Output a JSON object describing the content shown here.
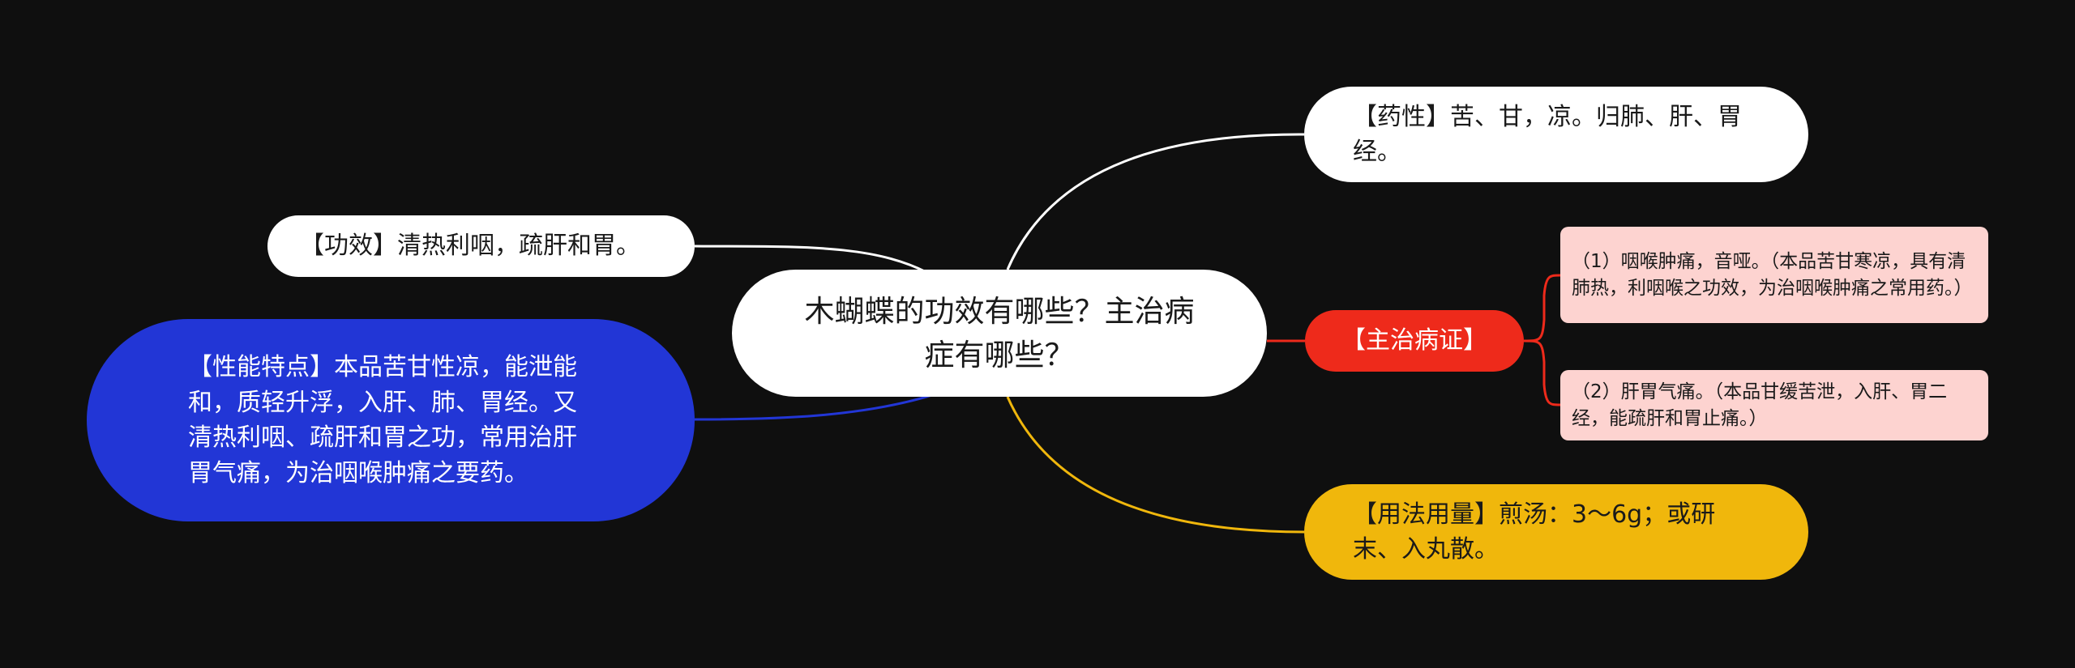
{
  "center": {
    "title": "木蝴蝶的功效有哪些？主治病症有哪些？"
  },
  "branches": {
    "yaoxing": {
      "text": "【药性】苦、甘，凉。归肺、肝、胃经。",
      "color": "#ffffff"
    },
    "gongxiao": {
      "text": "【功效】清热利咽，疏肝和胃。",
      "color": "#ffffff"
    },
    "xingneng": {
      "text": "【性能特点】本品苦甘性凉，能泄能和，质轻升浮，入肝、肺、胃经。又清热利咽、疏肝和胃之功，常用治肝胃气痛，为治咽喉肿痛之要药。",
      "color": "#2236d6"
    },
    "zhuzhi": {
      "text": "【主治病证】",
      "color": "#ee2a1b",
      "children": [
        {
          "text": "（1）咽喉肿痛，音哑。（本品苦甘寒凉，具有清肺热，利咽喉之功效，为治咽喉肿痛之常用药。）"
        },
        {
          "text": "（2）肝胃气痛。（本品甘缓苦泄，入肝、胃二经，能疏肝和胃止痛。）"
        }
      ],
      "child_color": "#fdd3d0"
    },
    "yongfa": {
      "text": "【用法用量】煎汤：3～6g；或研末、入丸散。",
      "color": "#f0b70c"
    }
  }
}
